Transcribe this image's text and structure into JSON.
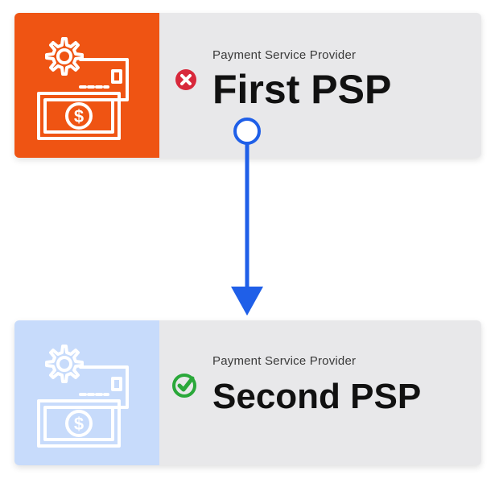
{
  "nodes": [
    {
      "subtitle": "Payment Service Provider",
      "title": "First PSP",
      "status": "error",
      "status_icon": "x-circle-icon",
      "panel_color": "#ef5413",
      "icon": "payment-settings-icon"
    },
    {
      "subtitle": "Payment Service Provider",
      "title": "Second PSP",
      "status": "success",
      "status_icon": "check-circle-icon",
      "panel_color": "#c7dbfb",
      "icon": "payment-settings-icon"
    }
  ],
  "edge": {
    "from": "First PSP",
    "to": "Second PSP",
    "color": "#1f5fe8"
  },
  "colors": {
    "error": "#d8283b",
    "success": "#2aa83a",
    "card_bg": "#e8e8ea"
  }
}
